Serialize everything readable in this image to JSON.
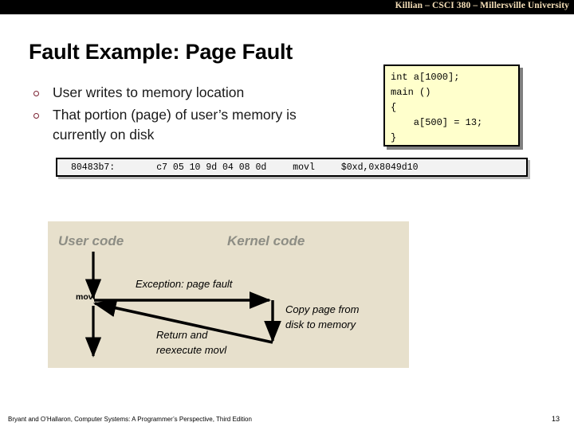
{
  "banner": {
    "text": "Killian – CSCI 380 – Millersville University",
    "background": "#000000",
    "text_color": "#f5dfb8"
  },
  "slide": {
    "title": "Fault Example: Page Fault",
    "bullets": [
      {
        "marker": "circle-outline",
        "text": "User writes to memory location"
      },
      {
        "marker": "circle-outline",
        "text": "That portion (page) of user’s memory is currently on disk"
      }
    ],
    "bullet_color": "#7b2232"
  },
  "code_box": {
    "language": "c",
    "background": "#ffffcc",
    "border_color": "#000000",
    "lines": [
      "int a[1000];",
      "main ()",
      "{",
      "    a[500] = 13;",
      "}"
    ],
    "text": "int a[1000];\nmain ()\n{\n    a[500] = 13;\n}"
  },
  "asm_strip": {
    "background": "#f2f2f2",
    "address": "80483b7:",
    "bytes": "c7 05 10 9d 04 08 0d",
    "mnemonic": "movl",
    "operands": "$0xd,0x8049d10"
  },
  "diagram": {
    "background": "#e7e0cc",
    "label_color": "#8d8d84",
    "user_code_label": "User code",
    "kernel_code_label": "Kernel code",
    "movl_label": "movl",
    "exception_label": "Exception: page fault",
    "copy_page_label_line1": "Copy page from",
    "copy_page_label_line2": "disk to memory",
    "return_label_line1": "Return and",
    "return_label_line2": "reexecute movl"
  },
  "footer": {
    "citation": "Bryant and O’Hallaron, Computer Systems: A Programmer’s Perspective, Third Edition",
    "page_number": "13"
  }
}
